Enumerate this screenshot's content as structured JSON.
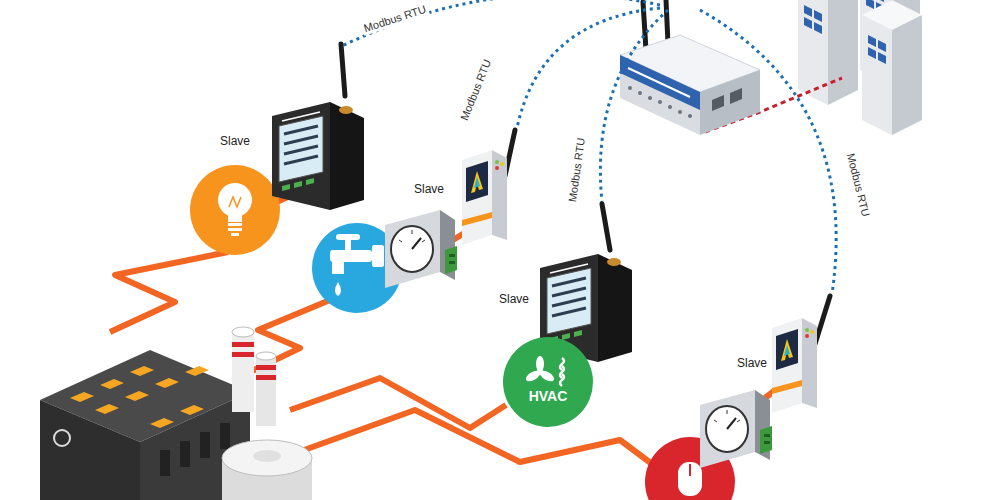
{
  "diagram": {
    "nodes": [
      {
        "text": [
          "Slave"
        ]
      },
      {
        "text": [
          "Slave"
        ]
      },
      {
        "text": [
          "Slave"
        ]
      },
      {
        "text": [
          "Slave"
        ]
      },
      {
        "text": [
          "HVAC"
        ]
      }
    ],
    "labels": [
      "Modbus RTU",
      "Modbus RTU",
      "Modbus RTU",
      "Modbus RTU"
    ]
  }
}
